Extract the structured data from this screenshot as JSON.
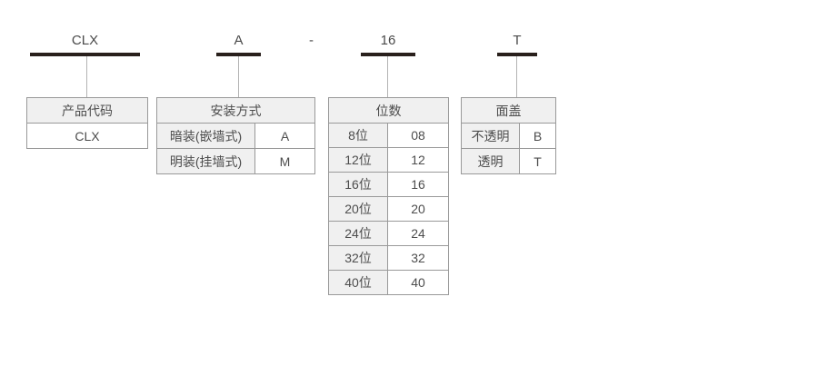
{
  "diagram": {
    "separator": "-",
    "parts": [
      {
        "code": "CLX",
        "table": {
          "header": "产品代码",
          "columns": 1,
          "rows": [
            [
              "CLX"
            ]
          ]
        }
      },
      {
        "code": "A",
        "table": {
          "header": "安装方式",
          "columns": 2,
          "rows": [
            [
              "暗装(嵌墙式)",
              "A"
            ],
            [
              "明装(挂墙式)",
              "M"
            ]
          ]
        }
      },
      {
        "code": "16",
        "table": {
          "header": "位数",
          "columns": 2,
          "rows": [
            [
              "8位",
              "08"
            ],
            [
              "12位",
              "12"
            ],
            [
              "16位",
              "16"
            ],
            [
              "20位",
              "20"
            ],
            [
              "24位",
              "24"
            ],
            [
              "32位",
              "32"
            ],
            [
              "40位",
              "40"
            ]
          ]
        }
      },
      {
        "code": "T",
        "table": {
          "header": "面盖",
          "columns": 2,
          "rows": [
            [
              "不透明",
              "B"
            ],
            [
              "透明",
              "T"
            ]
          ]
        }
      }
    ],
    "colors": {
      "bar": "#29201c",
      "table_border": "#999999",
      "header_bg": "#f0f0f0",
      "text": "#4d4d4d",
      "connector": "#b3b3b3",
      "background": "#ffffff"
    }
  }
}
